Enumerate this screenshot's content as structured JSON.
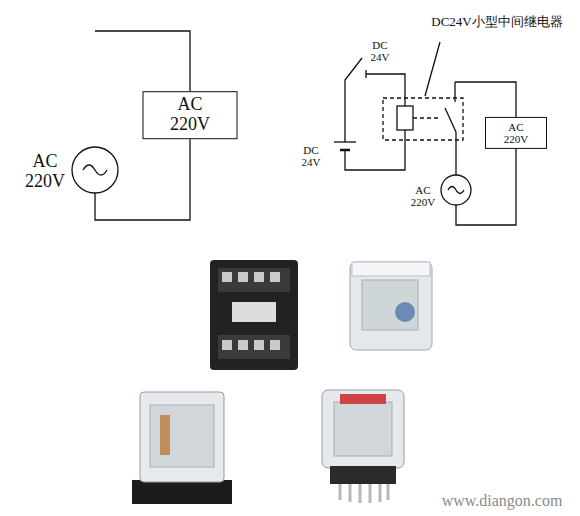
{
  "diagram": {
    "nodes": [
      {
        "text": [
          "AC 220V"
        ]
      },
      {
        "text": [
          "AC 220V"
        ]
      }
    ],
    "labels": [
      "AC 220V",
      "DC 24V",
      "DC24V小型中间继电器",
      "DC 24V",
      "AC 220V",
      "www.diangon.com"
    ]
  }
}
